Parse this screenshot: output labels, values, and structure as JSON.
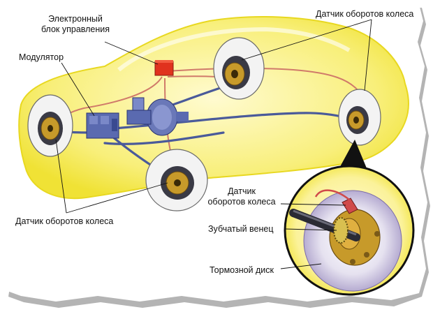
{
  "labels": {
    "ecu": [
      "Электронный",
      "блок управления"
    ],
    "modulator": "Модулятор",
    "sensor_top_right": "Датчик оборотов колеса",
    "sensor_bottom_left": "Датчик оборотов колеса",
    "inset_sensor": [
      "Датчик",
      "оборотов колеса"
    ],
    "tone_ring": "Зубчатый венец",
    "brake_disc": "Тормозной диск"
  },
  "colors": {
    "car_body": "#f5e94a",
    "car_body_light": "#fffbd0",
    "ecu_box": "#e0321e",
    "brake_lines": "#4a5a9a",
    "wires": "#d07a6a",
    "hub": "#c79a2a"
  }
}
